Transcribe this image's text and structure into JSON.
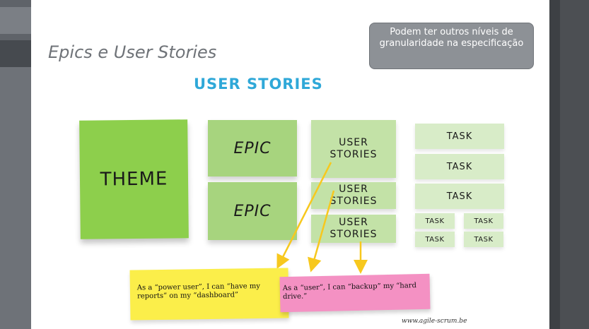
{
  "slide": {
    "title": "Epics e User Stories",
    "note": "Podem ter outros níveis de granularidade na especificação",
    "subtitle": "USER STORIES",
    "theme_label": "THEME",
    "epics": [
      "EPIC",
      "EPIC"
    ],
    "stories": [
      "USER STORIES",
      "USER STORIES",
      "USER STORIES"
    ],
    "tasks": [
      "TASK",
      "TASK",
      "TASK",
      "TASK",
      "TASK",
      "TASK",
      "TASK"
    ],
    "sticky_yellow": "As a “power user”, I can “have my reports” on my “dashboard”",
    "sticky_pink": "As a “user”, I can “backup” my “hard drive.”",
    "credit": "www.agile-scrum.be"
  },
  "colors": {
    "accent_blue": "#2fa8d8",
    "theme_green": "#8dcf4c",
    "arrow_yellow": "#f7c81e",
    "sticky_yellow": "#fbee4a",
    "sticky_pink": "#f491c3"
  }
}
